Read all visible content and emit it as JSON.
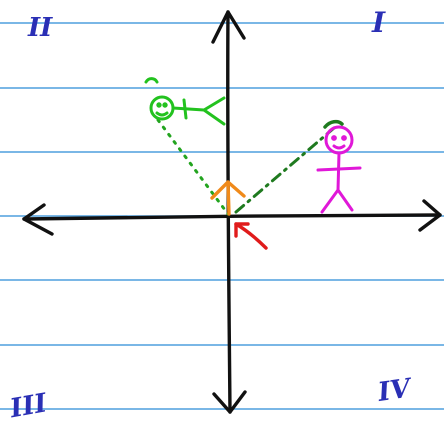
{
  "quadrant_labels": {
    "q1": "I",
    "q2": "II",
    "q3": "III",
    "q4": "IV"
  },
  "colors": {
    "ruled_lines": "#2f8fd8",
    "axes": "#111111",
    "numerals": "#2a2fb5",
    "stick_figure_pink": "#e018d8",
    "stick_figure_green": "#23c21f",
    "dotted_line_dark_green": "#1f7a1f",
    "origin_object_orange": "#f08a1a",
    "arrow_red": "#e01b1b"
  },
  "icons": {
    "pink_figure": "stick-figure",
    "green_figure": "stick-figure-lying",
    "orange_object": "caret-up",
    "red_arrow": "arrow-pointer"
  }
}
